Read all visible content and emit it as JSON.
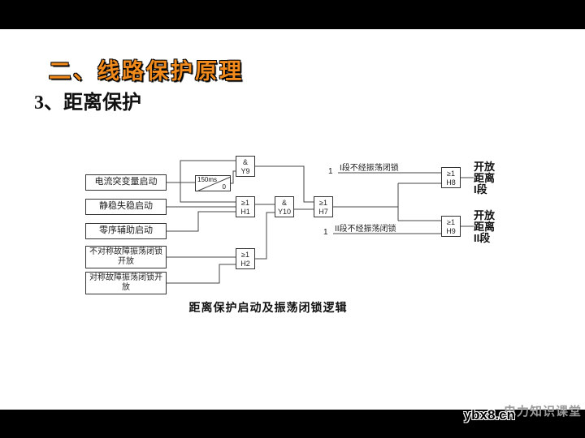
{
  "slide": {
    "title": "二、线路保护原理",
    "subtitle": "3、距离保护",
    "caption": "距离保护启动及振荡闭锁逻辑"
  },
  "diagram": {
    "inputs": {
      "i1": "电流突变量启动",
      "i2": "静稳失稳启动",
      "i3": "零序辅助启动",
      "i4": "不对称故障振荡闭锁开放",
      "i5": "对称故障振荡闭锁开放"
    },
    "timer": {
      "delay": "150ms",
      "reset": "0"
    },
    "gates": {
      "y9": {
        "sym": "&",
        "id": "Y9"
      },
      "h1": {
        "sym": "≥1",
        "id": "H1"
      },
      "y10": {
        "sym": "&",
        "id": "Y10"
      },
      "h7": {
        "sym": "≥1",
        "id": "H7"
      },
      "h2": {
        "sym": "≥1",
        "id": "H2"
      },
      "h8": {
        "sym": "≥1",
        "id": "H8"
      },
      "h9": {
        "sym": "≥1",
        "id": "H9"
      }
    },
    "bypass_1": {
      "label": "I段不经振荡闭锁",
      "value": "1"
    },
    "bypass_2": {
      "label": "II段不经振荡闭锁",
      "value": "1"
    },
    "outputs": {
      "o1": {
        "l1": "开放",
        "l2": "距离",
        "l3": "I段"
      },
      "o2": {
        "l1": "开放",
        "l2": "距离",
        "l3": "II段"
      }
    }
  },
  "footer": {
    "watermark": "ybx8.cn",
    "brand": "电力知识课堂"
  }
}
